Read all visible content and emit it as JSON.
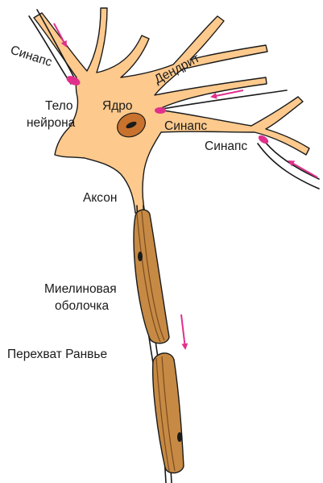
{
  "labels": {
    "synapse_top_left": "Синапс",
    "dendrite": "Дендрит",
    "cell_body_line1": "Тело",
    "cell_body_line2": "нейрона",
    "nucleus": "Ядро",
    "synapse_middle": "Синапс",
    "synapse_right": "Синапс",
    "axon": "Аксон",
    "myelin_line1": "Миелиновая",
    "myelin_line2": "оболочка",
    "node_of_ranvier": "Перехват Ранвье"
  },
  "colors": {
    "cell_body": "#fdc98d",
    "cell_outline": "#1a1a1a",
    "nucleus": "#c8722e",
    "myelin": "#c68a44",
    "myelin_dark": "#7a4a1e",
    "synapse": "#e0308c",
    "arrow": "#e0308c"
  },
  "icons": {
    "arrow": "arrow-icon"
  }
}
